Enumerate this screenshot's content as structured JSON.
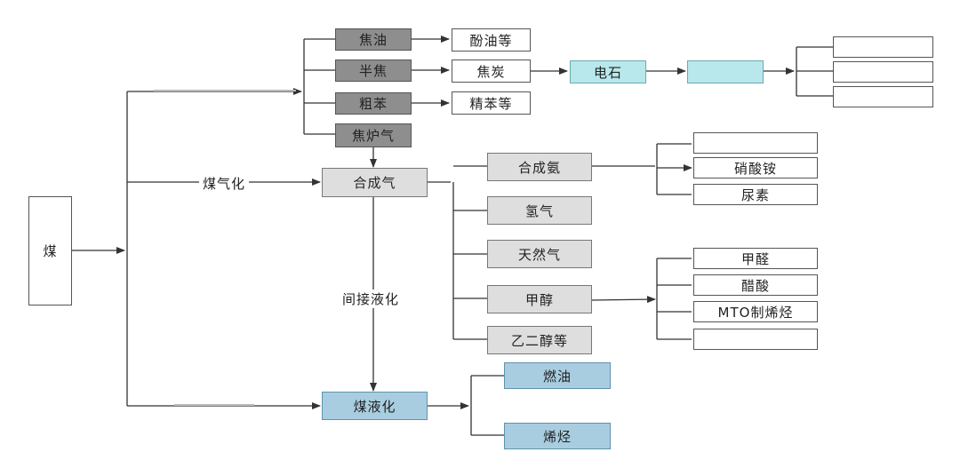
{
  "nodes": {
    "coal": "煤",
    "tar": "焦油",
    "semi_coke": "半焦",
    "crude_benzene": "粗苯",
    "coke_oven_gas": "焦炉气",
    "phenol_oil": "酚油等",
    "coke": "焦炭",
    "refined_benzene": "精苯等",
    "calcium_carbide": "电石",
    "syngas": "合成气",
    "synthetic_ammonia": "合成氨",
    "hydrogen": "氢气",
    "natural_gas": "天然气",
    "methanol": "甲醇",
    "ethylene_glycol": "乙二醇等",
    "ammonium_nitrate": "硝酸铵",
    "urea": "尿素",
    "formaldehyde": "甲醛",
    "acetic_acid": "醋酸",
    "mto_olefins": "MTO制烯烃",
    "coal_liquefaction": "煤液化",
    "fuel_oil": "燃油",
    "olefins": "烯烃"
  },
  "edge_labels": {
    "gasification": "煤气化",
    "indirect_liquefaction": "间接液化"
  }
}
